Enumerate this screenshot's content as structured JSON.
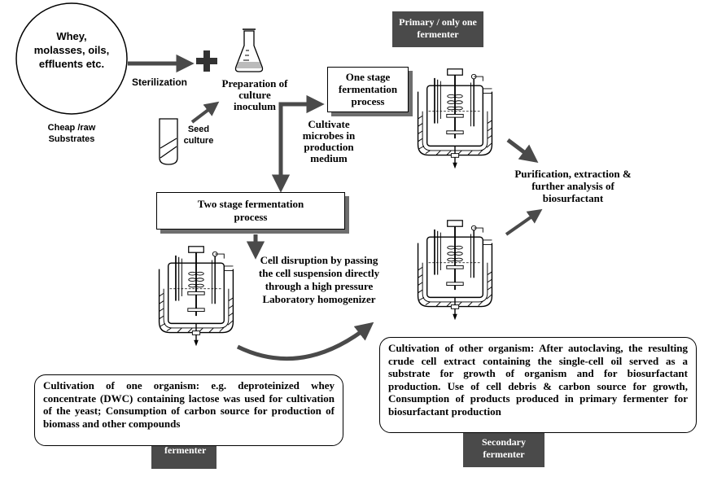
{
  "substrates": {
    "circle_text": "Whey, molasses, oils, effluents etc.",
    "caption": "Cheap /raw Substrates"
  },
  "steps": {
    "sterilization": "Sterilization",
    "preparation": "Preparation of culture inoculum",
    "seed_culture": "Seed culture",
    "one_stage": "One stage fermentation process",
    "cultivate": "Cultivate microbes in production medium",
    "two_stage": "Two stage fermentation process",
    "cell_disruption": "Cell disruption by passing the cell suspension directly through a high pressure Laboratory homogenizer",
    "purification": "Purification, extraction & further analysis of biosurfactant"
  },
  "labels": {
    "primary": "Primary / only one fermenter",
    "fermenter": "fermenter",
    "secondary": "Secondary fermenter"
  },
  "notes": {
    "one_organism": "Cultivation of one organism: e.g. deproteinized whey concentrate (DWC) containing lactose was used for cultivation of the yeast; Consumption of carbon source for production of biomass and other compounds",
    "other_organism": "Cultivation of other organism: After autoclaving, the resulting crude cell extract containing the single-cell oil served as a substrate for growth of organism and for biosurfactant production. Use of cell debris & carbon source for growth, Consumption of products produced in primary fermenter for biosurfactant production"
  },
  "colors": {
    "arrow": "#4a4a4a",
    "label_bg": "#4a4a4a",
    "shadow": "#6e6e6e"
  }
}
